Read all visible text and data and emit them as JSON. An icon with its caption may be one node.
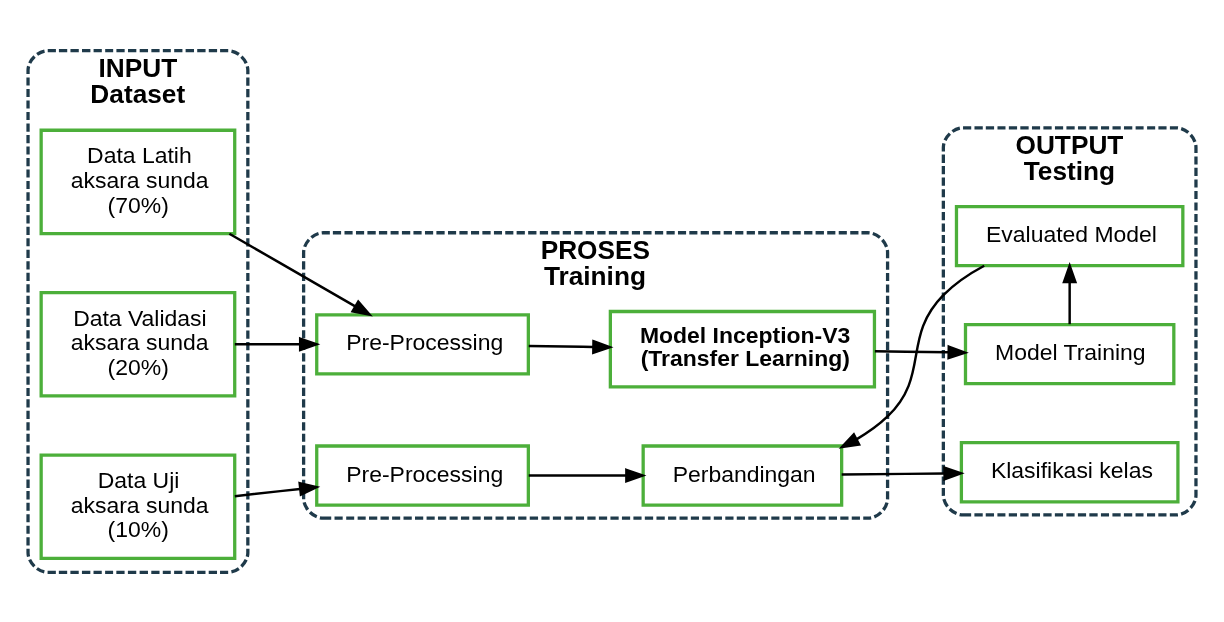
{
  "diagram": {
    "nodes": [
      {
        "text": [
          "INPUT",
          "Dataset"
        ]
      },
      {
        "text": [
          "Data Latih aksara sunda (70%)"
        ],
        "in": 0
      },
      {
        "text": [
          "Data Validasi aksara sunda (20%)"
        ],
        "in": 0
      },
      {
        "text": [
          "Data Uji aksara sunda (10%)"
        ],
        "in": 0
      },
      {
        "text": [
          "PROSES",
          "Training"
        ]
      },
      {
        "text": [
          "Pre-Processing"
        ],
        "in": 4
      },
      {
        "text": [
          "Model Inception-V3 (Transfer Learning)"
        ],
        "in": 4
      },
      {
        "text": [
          "Pre-Processing"
        ],
        "in": 4
      },
      {
        "text": [
          "Perbandingan"
        ],
        "in": 4
      },
      {
        "text": [
          "OUTPUT",
          "Testing"
        ]
      },
      {
        "text": [
          "Model Training"
        ],
        "in": 9
      },
      {
        "text": [
          "Evaluated Model"
        ],
        "in": 9
      },
      {
        "text": [
          "Klasifikasi kelas"
        ],
        "in": 9
      }
    ],
    "edges": [
      {
        "from": 1,
        "to": 5,
        "arrow": "to"
      },
      {
        "from": 2,
        "to": 5,
        "arrow": "to"
      },
      {
        "from": 5,
        "to": 6,
        "arrow": "to"
      },
      {
        "from": 6,
        "to": 10,
        "arrow": "to"
      },
      {
        "from": 10,
        "to": 11,
        "arrow": "to"
      },
      {
        "from": 11,
        "to": 8,
        "arrow": "to"
      },
      {
        "from": 3,
        "to": 7,
        "arrow": "to"
      },
      {
        "from": 7,
        "to": 8,
        "arrow": "to"
      },
      {
        "from": 8,
        "to": 12,
        "arrow": "to"
      }
    ]
  }
}
